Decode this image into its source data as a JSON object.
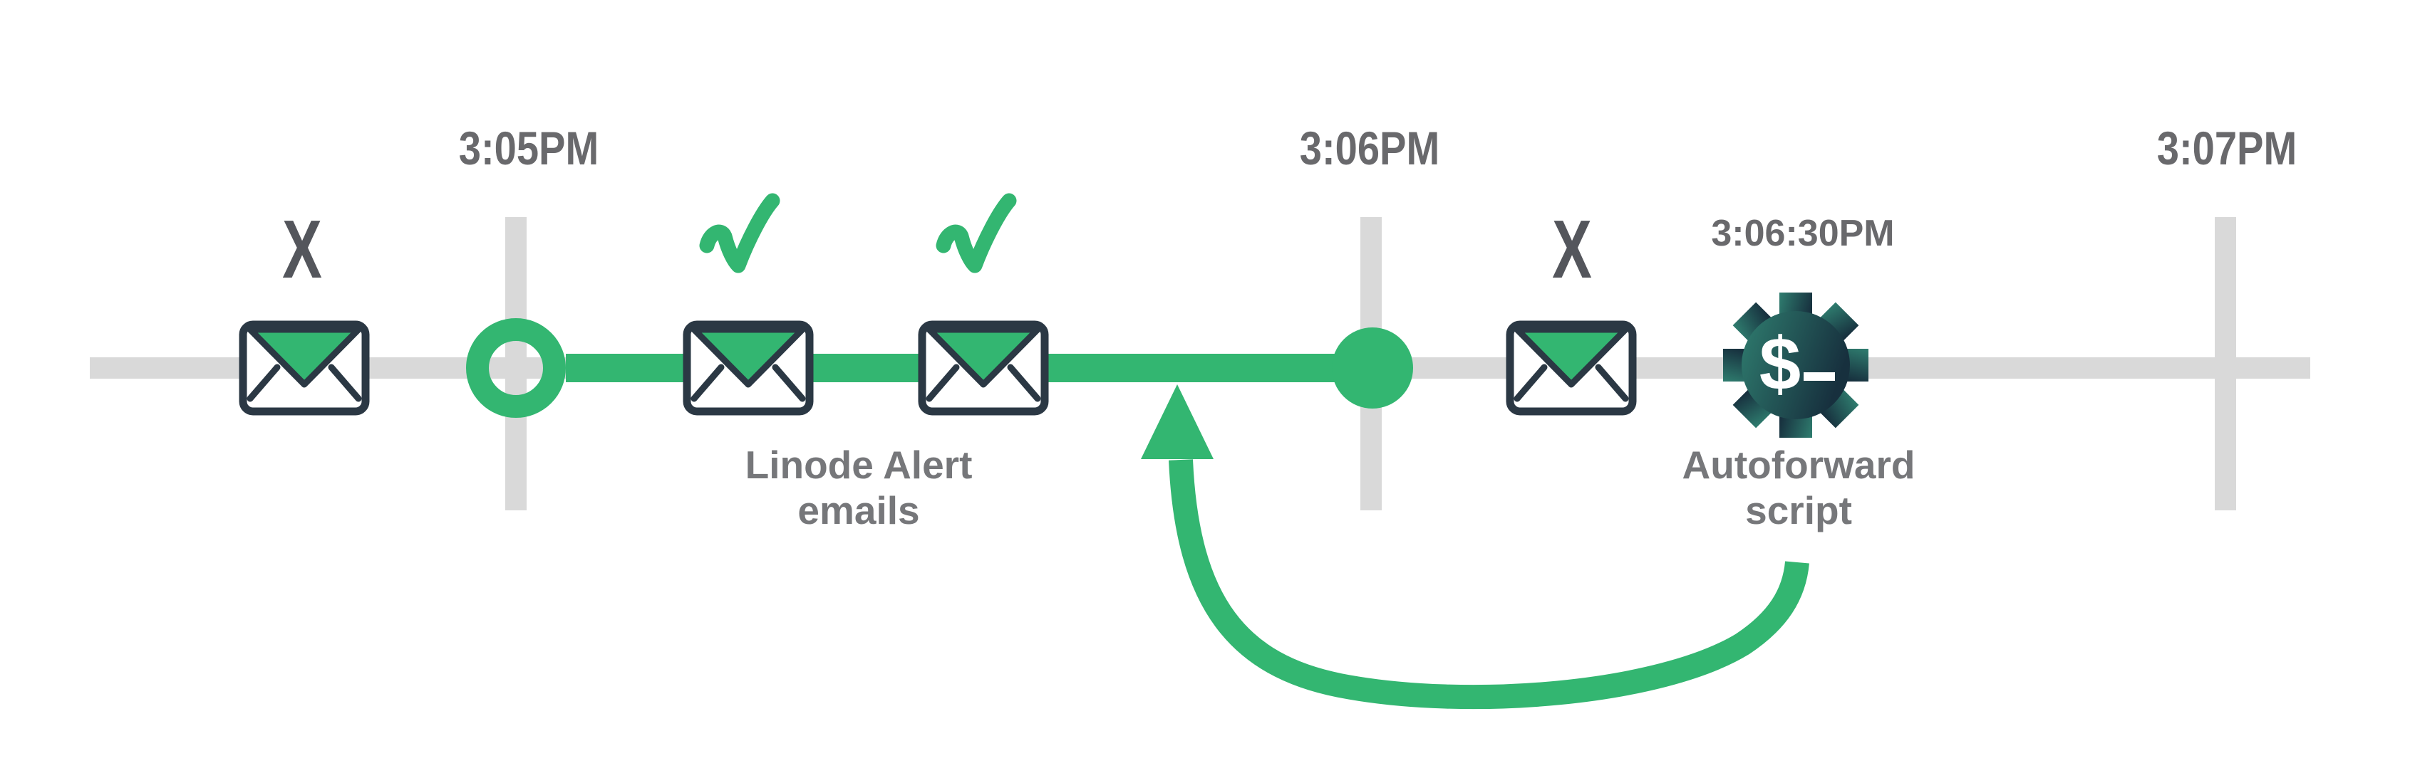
{
  "diagram": {
    "description": "Timeline of Linode Alert emails being autoforwarded",
    "timeline": {
      "ticks": [
        {
          "label": "3:05PM"
        },
        {
          "label": "3:06PM"
        },
        {
          "label": "3:07PM"
        }
      ],
      "event_time_label": "3:06:30PM"
    },
    "captions": {
      "linode_emails": {
        "line1": "Linode Alert",
        "line2": "emails"
      },
      "autoforward": {
        "line1": "Autoforward",
        "line2": "script"
      }
    },
    "markers": {
      "fail_mark": "X",
      "success_mark": "checkmark"
    },
    "gear_icon": {
      "dollar": "$",
      "cursor": "_",
      "prompt_text": "$_"
    },
    "colors": {
      "green": "#33b671",
      "gray_line": "#d9d9d9",
      "timestamp_gray": "#69696c",
      "caption_gray": "#76777a",
      "x_gray": "#54565c",
      "envelope_outline": "#2b3844",
      "gear_gradient_start": "#2f7d6f",
      "gear_gradient_end": "#17303e"
    }
  }
}
